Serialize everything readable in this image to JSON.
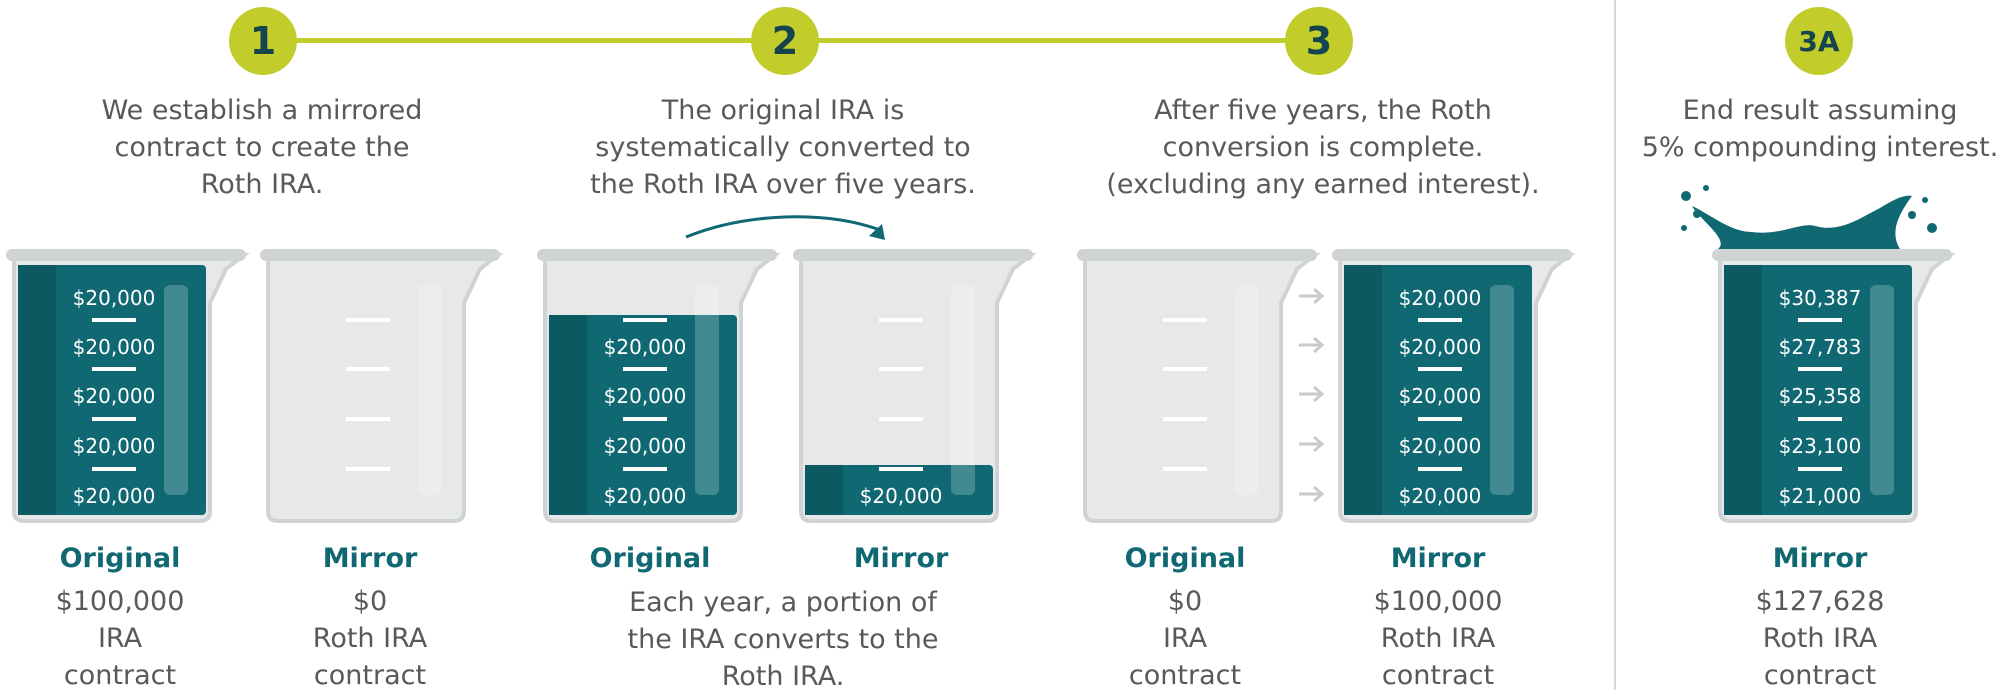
{
  "steps": [
    {
      "number": "1",
      "description": [
        "We establish a mirrored",
        "contract to create the",
        "Roth IRA."
      ]
    },
    {
      "number": "2",
      "description": [
        "The original IRA is",
        "systematically converted to",
        "the Roth IRA over five years."
      ],
      "note": [
        "Each year, a portion of",
        "the IRA converts to the",
        "Roth IRA."
      ]
    },
    {
      "number": "3",
      "description": [
        "After five years, the Roth",
        "conversion is complete.",
        "(excluding any earned interest)."
      ]
    },
    {
      "number": "3A",
      "description": [
        "End result assuming",
        "5% compounding interest."
      ]
    }
  ],
  "beakers": [
    {
      "title": "Original",
      "caption": [
        "$100,000",
        "IRA",
        "contract"
      ],
      "fill_fraction": 1.0,
      "labels": [
        "$20,000",
        "$20,000",
        "$20,000",
        "$20,000",
        "$20,000"
      ]
    },
    {
      "title": "Mirror",
      "caption": [
        "$0",
        "Roth IRA",
        "contract"
      ],
      "fill_fraction": 0.0,
      "labels": []
    },
    {
      "title": "Original",
      "caption": [],
      "fill_fraction": 0.8,
      "labels": [
        "$20,000",
        "$20,000",
        "$20,000",
        "$20,000"
      ]
    },
    {
      "title": "Mirror",
      "caption": [],
      "fill_fraction": 0.2,
      "labels": [
        "$20,000"
      ]
    },
    {
      "title": "Original",
      "caption": [
        "$0",
        "IRA",
        "contract"
      ],
      "fill_fraction": 0.0,
      "labels": []
    },
    {
      "title": "Mirror",
      "caption": [
        "$100,000",
        "Roth IRA",
        "contract"
      ],
      "fill_fraction": 1.0,
      "labels": [
        "$20,000",
        "$20,000",
        "$20,000",
        "$20,000",
        "$20,000"
      ]
    },
    {
      "title": "Mirror",
      "caption": [
        "$127,628",
        "Roth IRA",
        "contract"
      ],
      "fill_fraction": 1.0,
      "labels": [
        "$30,387",
        "$27,783",
        "$25,358",
        "$23,100",
        "$21,000"
      ]
    }
  ],
  "colors": {
    "accent": "#c2cd2c",
    "liquid": "#0f6872",
    "liquid_dark": "#0b5961",
    "glass": "#cfd3d4",
    "text": "#58595b",
    "title": "#0f6872"
  }
}
